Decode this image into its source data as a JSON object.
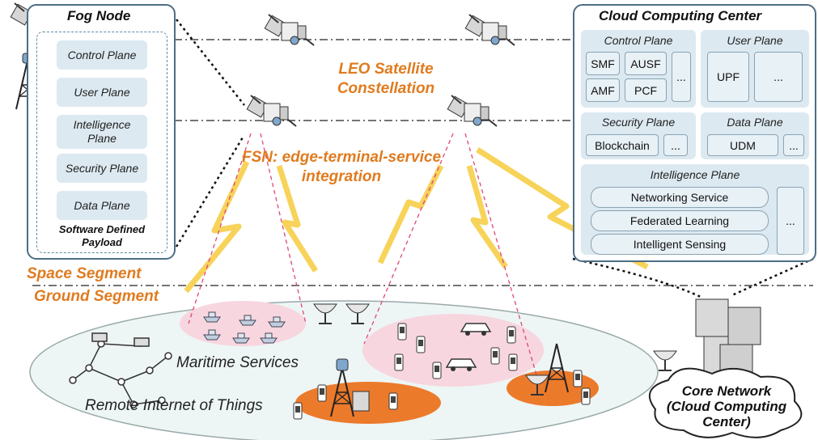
{
  "fog_node": {
    "title": "Fog Node",
    "planes": [
      "Control Plane",
      "User Plane",
      "Intelligence Plane",
      "Security Plane",
      "Data Plane"
    ],
    "payload_label": "Software Defined Payload"
  },
  "cloud_center": {
    "title": "Cloud Computing Center",
    "control_plane": {
      "title": "Control Plane",
      "items": [
        "SMF",
        "AUSF",
        "AMF",
        "PCF",
        "..."
      ]
    },
    "user_plane": {
      "title": "User Plane",
      "items": [
        "UPF",
        "..."
      ]
    },
    "security_plane": {
      "title": "Security Plane",
      "items": [
        "Blockchain",
        "..."
      ]
    },
    "data_plane": {
      "title": "Data Plane",
      "items": [
        "UDM",
        "..."
      ]
    },
    "intelligence_plane": {
      "title": "Intelligence Plane",
      "items": [
        "Networking Service",
        "Federated Learning",
        "Intelligent Sensing",
        "..."
      ]
    }
  },
  "labels": {
    "leo": "LEO Satellite Constellation",
    "fsn": "FSN: edge-terminal-service integration",
    "space_segment": "Space Segment",
    "ground_segment": "Ground Segment",
    "maritime": "Maritime Services",
    "remote_iot": "Remote Internet of Things",
    "core_network": "Core Network (Cloud Computing Center)"
  },
  "colors": {
    "panel_border": "#4c6e84",
    "plane_fill": "#dce9f1",
    "accent_orange": "#e07b1f",
    "beam_yellow": "#f7d35a",
    "coverage_pink": "#f7d6df",
    "coverage_orange": "#ec7a2b"
  }
}
